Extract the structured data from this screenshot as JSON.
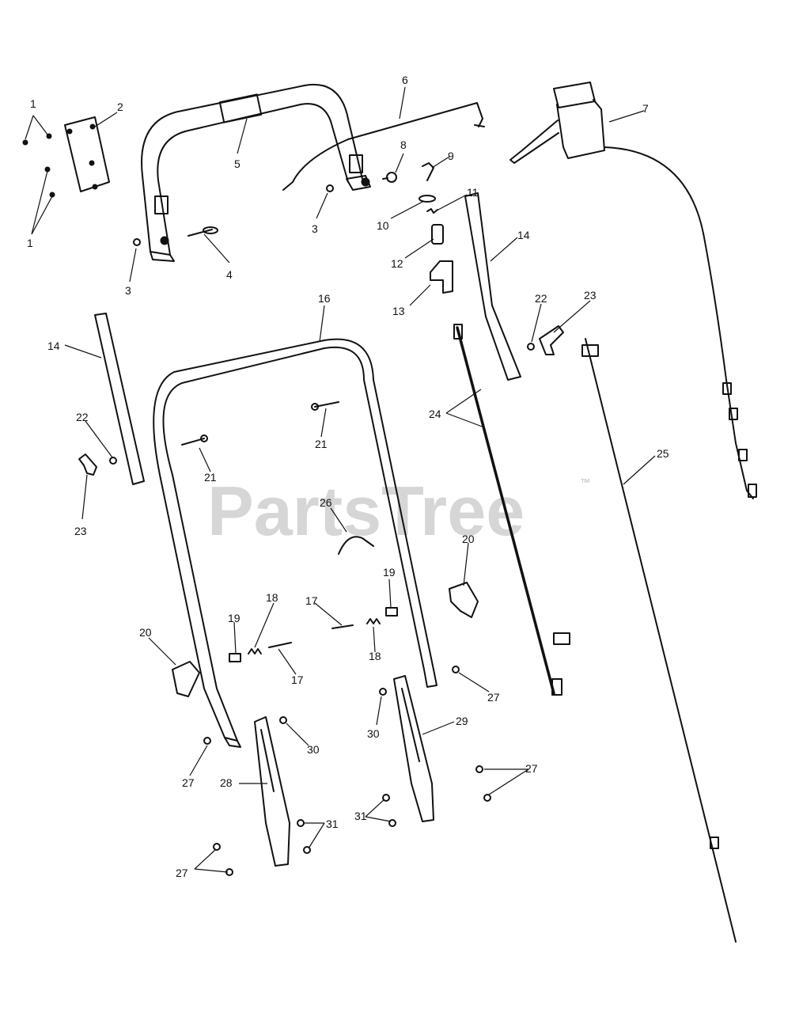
{
  "watermark": {
    "text": "PartsTree",
    "trademark": "™"
  },
  "callouts": [
    "1",
    "1",
    "2",
    "3",
    "3",
    "4",
    "5",
    "6",
    "7",
    "8",
    "9",
    "10",
    "11",
    "12",
    "13",
    "14",
    "14",
    "16",
    "17",
    "17",
    "18",
    "18",
    "19",
    "19",
    "20",
    "20",
    "21",
    "21",
    "22",
    "22",
    "23",
    "23",
    "24",
    "25",
    "26",
    "27",
    "27",
    "27",
    "27",
    "27",
    "28",
    "29",
    "30",
    "30",
    "31",
    "31"
  ],
  "colors": {
    "line": "#111111",
    "watermark": "#cfcfcf",
    "background": "#ffffff"
  }
}
